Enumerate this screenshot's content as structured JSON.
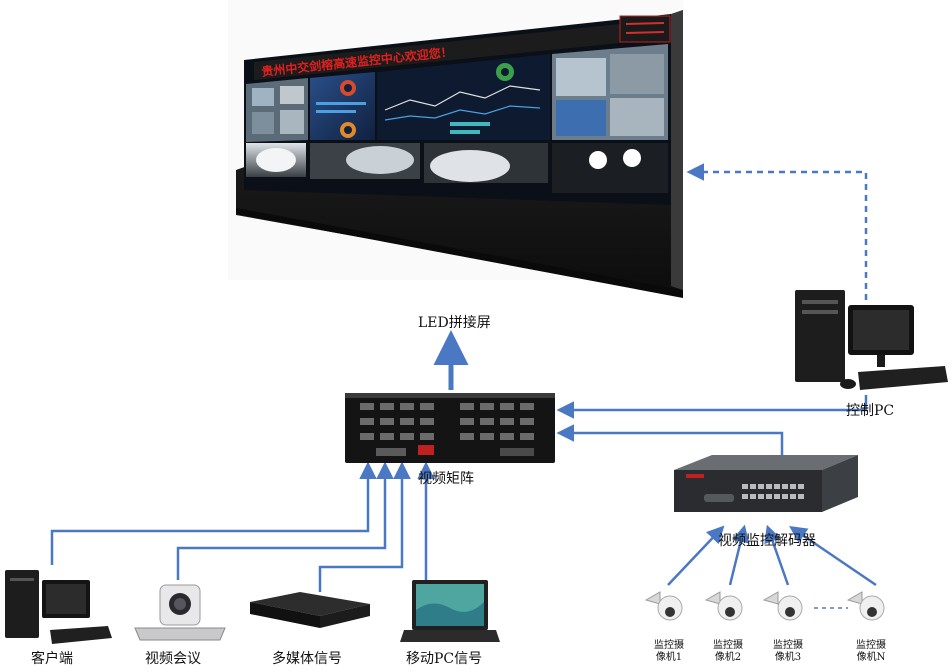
{
  "wall": {
    "banner": "贵州中交剑榕高速监控中心欢迎您！",
    "caption": "LED拼接屏"
  },
  "matrix": {
    "caption": "视频矩阵"
  },
  "control_pc": {
    "caption": "控制PC"
  },
  "decoder": {
    "caption": "视频监控解码器"
  },
  "sources": [
    {
      "caption": "客户端"
    },
    {
      "caption": "视频会议"
    },
    {
      "caption": "多媒体信号"
    },
    {
      "caption": "移动PC信号"
    }
  ],
  "cameras": [
    {
      "line1": "监控摄",
      "line2": "像机1"
    },
    {
      "line1": "监控摄",
      "line2": "像机2"
    },
    {
      "line1": "监控摄",
      "line2": "像机3"
    },
    {
      "line1": "监控摄",
      "line2": "像机N"
    }
  ],
  "colors": {
    "connector": "#4a78c2",
    "banner_bg": "#1c1c1c",
    "banner_text": "#e02020"
  }
}
